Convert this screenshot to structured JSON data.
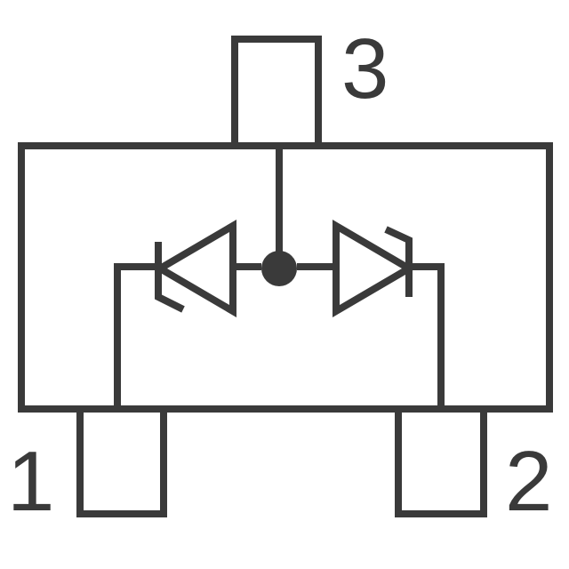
{
  "pins": {
    "pin1": "1",
    "pin2": "2",
    "pin3": "3"
  },
  "colors": {
    "stroke": "#3a3a3a",
    "background": "#ffffff"
  }
}
